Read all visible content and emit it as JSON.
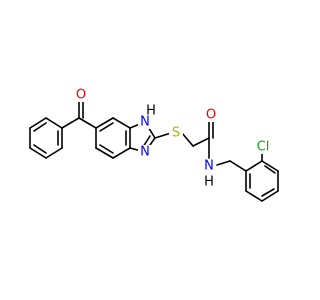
{
  "molecule": {
    "atom_labels": {
      "carbonyl_O_ketone": "O",
      "imidazole_NH_N": "N",
      "imidazole_NH_H": "H",
      "imidazole_N": "N",
      "thioether_S": "S",
      "amide_O": "O",
      "amide_N": "N",
      "amide_H": "H",
      "chloro": "Cl"
    },
    "colors": {
      "bond": "#000000",
      "oxygen": "#ff0000",
      "nitrogen": "#0000ff",
      "sulfur": "#b2b200",
      "chlorine": "#00b200",
      "hydrogen": "#000000"
    }
  }
}
